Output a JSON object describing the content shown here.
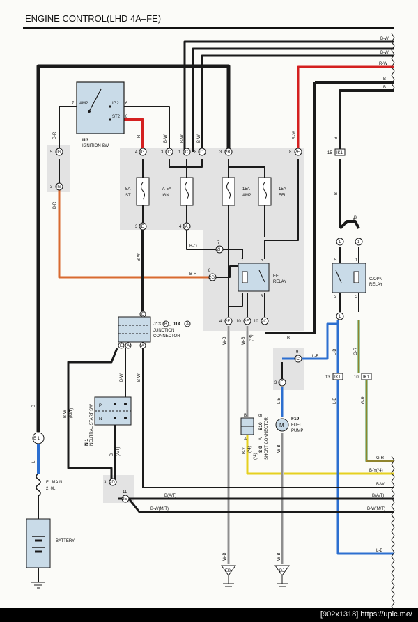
{
  "title": "ENGINE CONTROL(LHD 4A–FE)",
  "watermark": "[902x1318] https://upic.me/",
  "components": {
    "ignition_sw": {
      "code": "I13",
      "name": "IGNITION SW",
      "terms": [
        "AM2",
        "IG2",
        "ST2"
      ],
      "pins": [
        "7",
        "6",
        "8"
      ]
    },
    "fuse_st": {
      "rating": "5A",
      "name": "ST"
    },
    "fuse_ign": {
      "rating": "7. 5A",
      "name": "IGN"
    },
    "fuse_am2": {
      "rating": "15A",
      "name": "AM2"
    },
    "fuse_efi": {
      "rating": "15A",
      "name": "EFI"
    },
    "efi_relay": {
      "name": "EFI",
      "name2": "RELAY",
      "pins": [
        "1",
        "5",
        "2",
        "3"
      ]
    },
    "copn_relay": {
      "name": "C/OPN",
      "name2": "RELAY",
      "pins": [
        "5",
        "1",
        "3",
        "2"
      ]
    },
    "junction": {
      "code": "J13",
      "sep": ",",
      "code2": "J14",
      "conn_a": "B",
      "conn_b": "A",
      "name": "JUNCTION",
      "name2": "CONNECTOR"
    },
    "neutral_sw": {
      "code": "N 1",
      "name": "NEUTRAL START SW",
      "pos_p": "P",
      "pos_n": "N",
      "note": "(A/T)"
    },
    "short_conn": {
      "code": "S 9",
      "code_b": "S10",
      "conn_a": "A",
      "conn_b": "B",
      "name": "SHORT CONNECTOR",
      "note": "(*4)"
    },
    "fuel_pump": {
      "code": "F19",
      "name": "FUEL",
      "name2": "PUMP",
      "symbol": "M"
    },
    "fl_main": {
      "name": "FL MAIN",
      "rating": "2. 0L"
    },
    "battery": {
      "name": "BATTERY"
    }
  },
  "connectors": {
    "ig5": "5",
    "ig_g": "IG",
    "ig3": "3",
    "ig_g2": "IG",
    "ig4": "4",
    "ig4c": "IG",
    "ic3": "3",
    "ic3c": "IC",
    "ic1": "1",
    "ic1c": "IC",
    "ic8": "8",
    "ic8c": "IC",
    "c2b": "2B",
    "c2b_pin": "3",
    "c2e": "2E",
    "c2e_pin": "8",
    "ik1_top": "IK1",
    "ik1_top_pin": "15",
    "ie": "IE",
    "ie_pin": "3",
    "ia": "IA",
    "ia_pin": "4",
    "c2i": "2I",
    "c2i_pin": "7",
    "c2g": "2G",
    "c2g_pin": "8",
    "c2f": "2F",
    "c2f_pin": "4",
    "c2e2": "2E",
    "c2e2_pin": "10",
    "c2c": "2C",
    "c2c_pin": "10",
    "ic9": "IC",
    "ic9_pin": "9",
    "if": "IF",
    "if_pin": "3",
    "ik1_l": "IK1",
    "ik1_l_pin": "13",
    "ik1_r": "IK1",
    "ik1_r_pin": "10",
    "e1": "E 1",
    "c2d": "2D",
    "c2d_pin": "3",
    "c2e3": "2E",
    "c2e3_pin": "11",
    "junc_e": "E",
    "junc_a": "A",
    "junc_a2": "A",
    "junc_d": "D",
    "sc_b": "B",
    "sc_a": "A",
    "copn_in": "1",
    "copn_in2": "1",
    "copn_out": "1",
    "top_b": "B"
  },
  "wire_labels": {
    "r_top": "R-W",
    "bw_top": "B-W",
    "b1": "B",
    "b2": "B",
    "br_left": "B-R",
    "br_left2": "B-R",
    "b_main": "B",
    "l_main": "L",
    "r_ig": "R",
    "bw_ig": "B-W",
    "bw_ic1": "B-W",
    "bw_ic8": "B-W",
    "rw_right": "R-W",
    "b_k1": "B",
    "b_k1b": "B",
    "b_copn": "B",
    "bw_ie": "B-W",
    "bo": "B-O",
    "br_mid": "B-R",
    "wb_2f": "W-B",
    "wb_2e": "W-B",
    "star4": "(*4)",
    "b_2c": "B",
    "lb1": "L-B",
    "lb2": "L-B",
    "lb3": "L-B",
    "lb4": "L-B",
    "gr1": "G-R",
    "gr2": "G-R",
    "gr3": "G-R",
    "bw_at": "B-W",
    "mt": "(M/T)",
    "bw_j": "B-W",
    "bw_n": "B-W",
    "b_at": "B",
    "at": "(A/T)",
    "by": "B-Y",
    "star4b": "(*4)",
    "wb_fp": "W-B",
    "r_gr": "G-R",
    "r_by4": "B-Y(*4)",
    "r_bw": "B-W",
    "r_bat": "B(A/T)",
    "r_bwmt": "B-W(M/T)",
    "r_lb": "L-B",
    "wb_eb": "W-B",
    "wb_bj": "W-B"
  },
  "grounds": {
    "eb": "EB",
    "bj": "BJ"
  },
  "colors": {
    "black": "#1a1a1a",
    "red": "#d42020",
    "blue": "#2c6fd0",
    "yellow": "#e6d020",
    "orange": "#e07a20",
    "green": "#3f8f3a",
    "box": "#e3e3e3",
    "comp": "#c9dbe8"
  }
}
